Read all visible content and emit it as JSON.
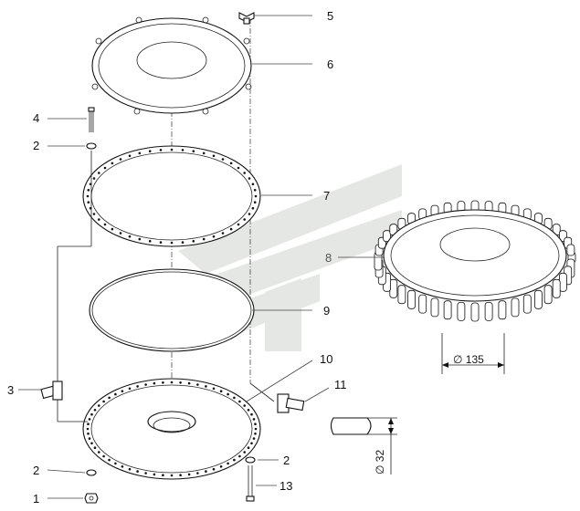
{
  "callouts": [
    {
      "id": "5",
      "text": "5"
    },
    {
      "id": "6",
      "text": "6"
    },
    {
      "id": "4",
      "text": "4"
    },
    {
      "id": "2a",
      "text": "2"
    },
    {
      "id": "7",
      "text": "7"
    },
    {
      "id": "8",
      "text": "8"
    },
    {
      "id": "9",
      "text": "9"
    },
    {
      "id": "10",
      "text": "10"
    },
    {
      "id": "3",
      "text": "3"
    },
    {
      "id": "11",
      "text": "11"
    },
    {
      "id": "2b",
      "text": "2"
    },
    {
      "id": "2c",
      "text": "2"
    },
    {
      "id": "13",
      "text": "13"
    },
    {
      "id": "1",
      "text": "1"
    }
  ],
  "dimensions": {
    "d135": "∅ 135",
    "d32": "∅ 32"
  },
  "colors": {
    "watermark": "#cfd4cf",
    "line": "#111111"
  }
}
